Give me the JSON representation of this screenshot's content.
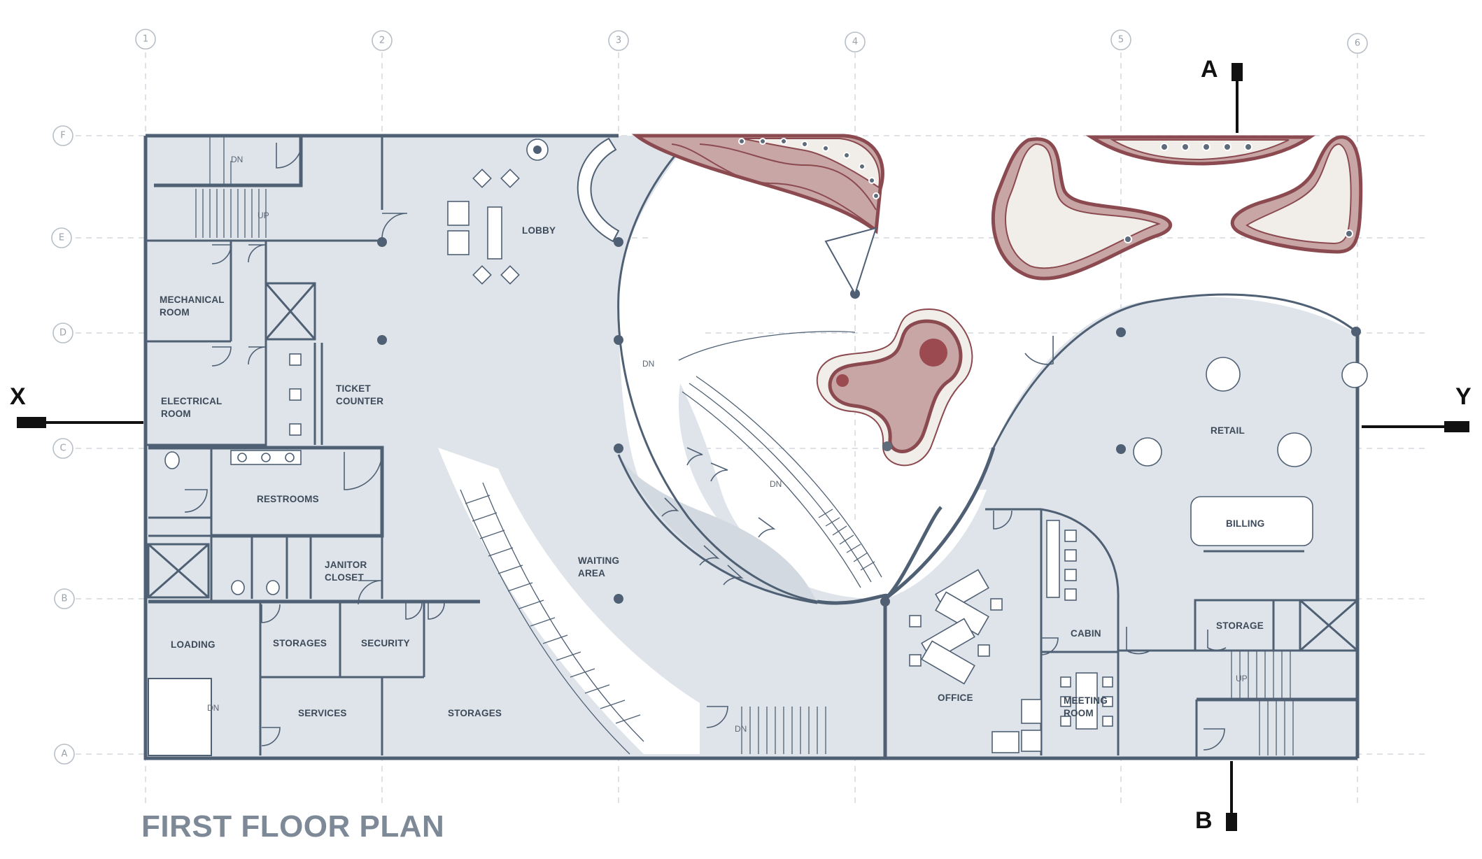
{
  "title": "FIRST FLOOR PLAN",
  "grid": {
    "columns": [
      "1",
      "2",
      "3",
      "4",
      "5",
      "6"
    ],
    "rows": [
      "F",
      "E",
      "D",
      "C",
      "B",
      "A"
    ]
  },
  "section_markers": {
    "left": "X",
    "right": "Y",
    "top": "A",
    "bottom": "B"
  },
  "rooms": {
    "lobby": "LOBBY",
    "mechanical_line1": "MECHANICAL",
    "mechanical_line2": "ROOM",
    "electrical_line1": "ELECTRICAL",
    "electrical_line2": "ROOM",
    "ticket_line1": "TICKET",
    "ticket_line2": "COUNTER",
    "restrooms": "RESTROOMS",
    "janitor_line1": "JANITOR",
    "janitor_line2": "CLOSET",
    "loading": "LOADING",
    "storages_a": "STORAGES",
    "security": "SECURITY",
    "services": "SERVICES",
    "storages_b": "STORAGES",
    "waiting_line1": "WAITING",
    "waiting_line2": "AREA",
    "office": "OFFICE",
    "cabin": "CABIN",
    "meeting_line1": "MEETING",
    "meeting_line2": "ROOM",
    "retail": "RETAIL",
    "billing": "BILLING",
    "storage": "STORAGE"
  },
  "stair_labels": {
    "dn_top": "DN",
    "up_top": "UP",
    "dn_ramp": "DN",
    "dn_curve": "DN",
    "dn_loading": "DN",
    "dn_bottom": "DN",
    "up_right": "UP"
  },
  "colors": {
    "floor": "#dfe4ea",
    "wall": "#4f6074",
    "planter": "#c9a6a6",
    "planter_edge": "#8b4a4f",
    "title": "#7d8996"
  }
}
